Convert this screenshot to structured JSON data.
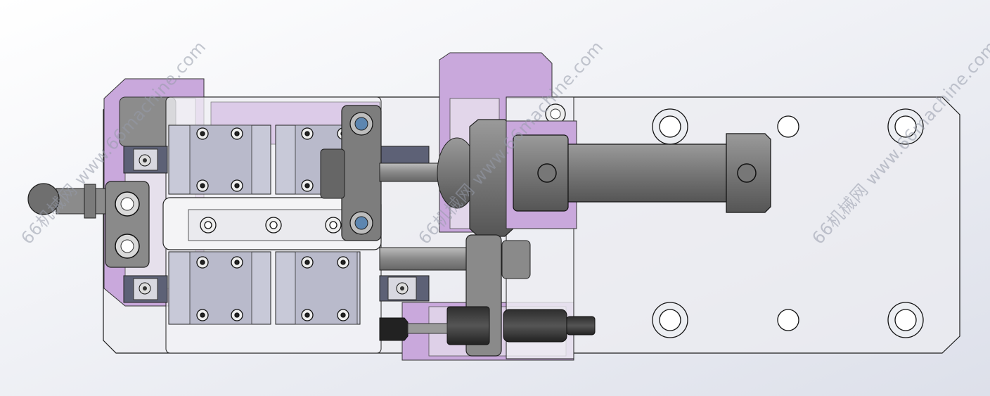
{
  "scene": {
    "background_top": "#ffffff",
    "background_bottom": "#dfe2ec",
    "colors": {
      "plate": "#ececf0",
      "plate_edge": "#1a1a1a",
      "purple": "#c9a8dc",
      "purple_light": "#dac6e6",
      "block": "#c7c8d6",
      "metal": "#8a8a8a",
      "metal_dark": "#5a5a5a",
      "black_part": "#2a2a2a"
    }
  },
  "watermarks": [
    {
      "id": "wm-1",
      "text": "66机械网 www.66machine.com"
    },
    {
      "id": "wm-2",
      "text": "66机械网 www.66machine.com"
    },
    {
      "id": "wm-3",
      "text": "66机械网 www.66machine.com"
    }
  ]
}
